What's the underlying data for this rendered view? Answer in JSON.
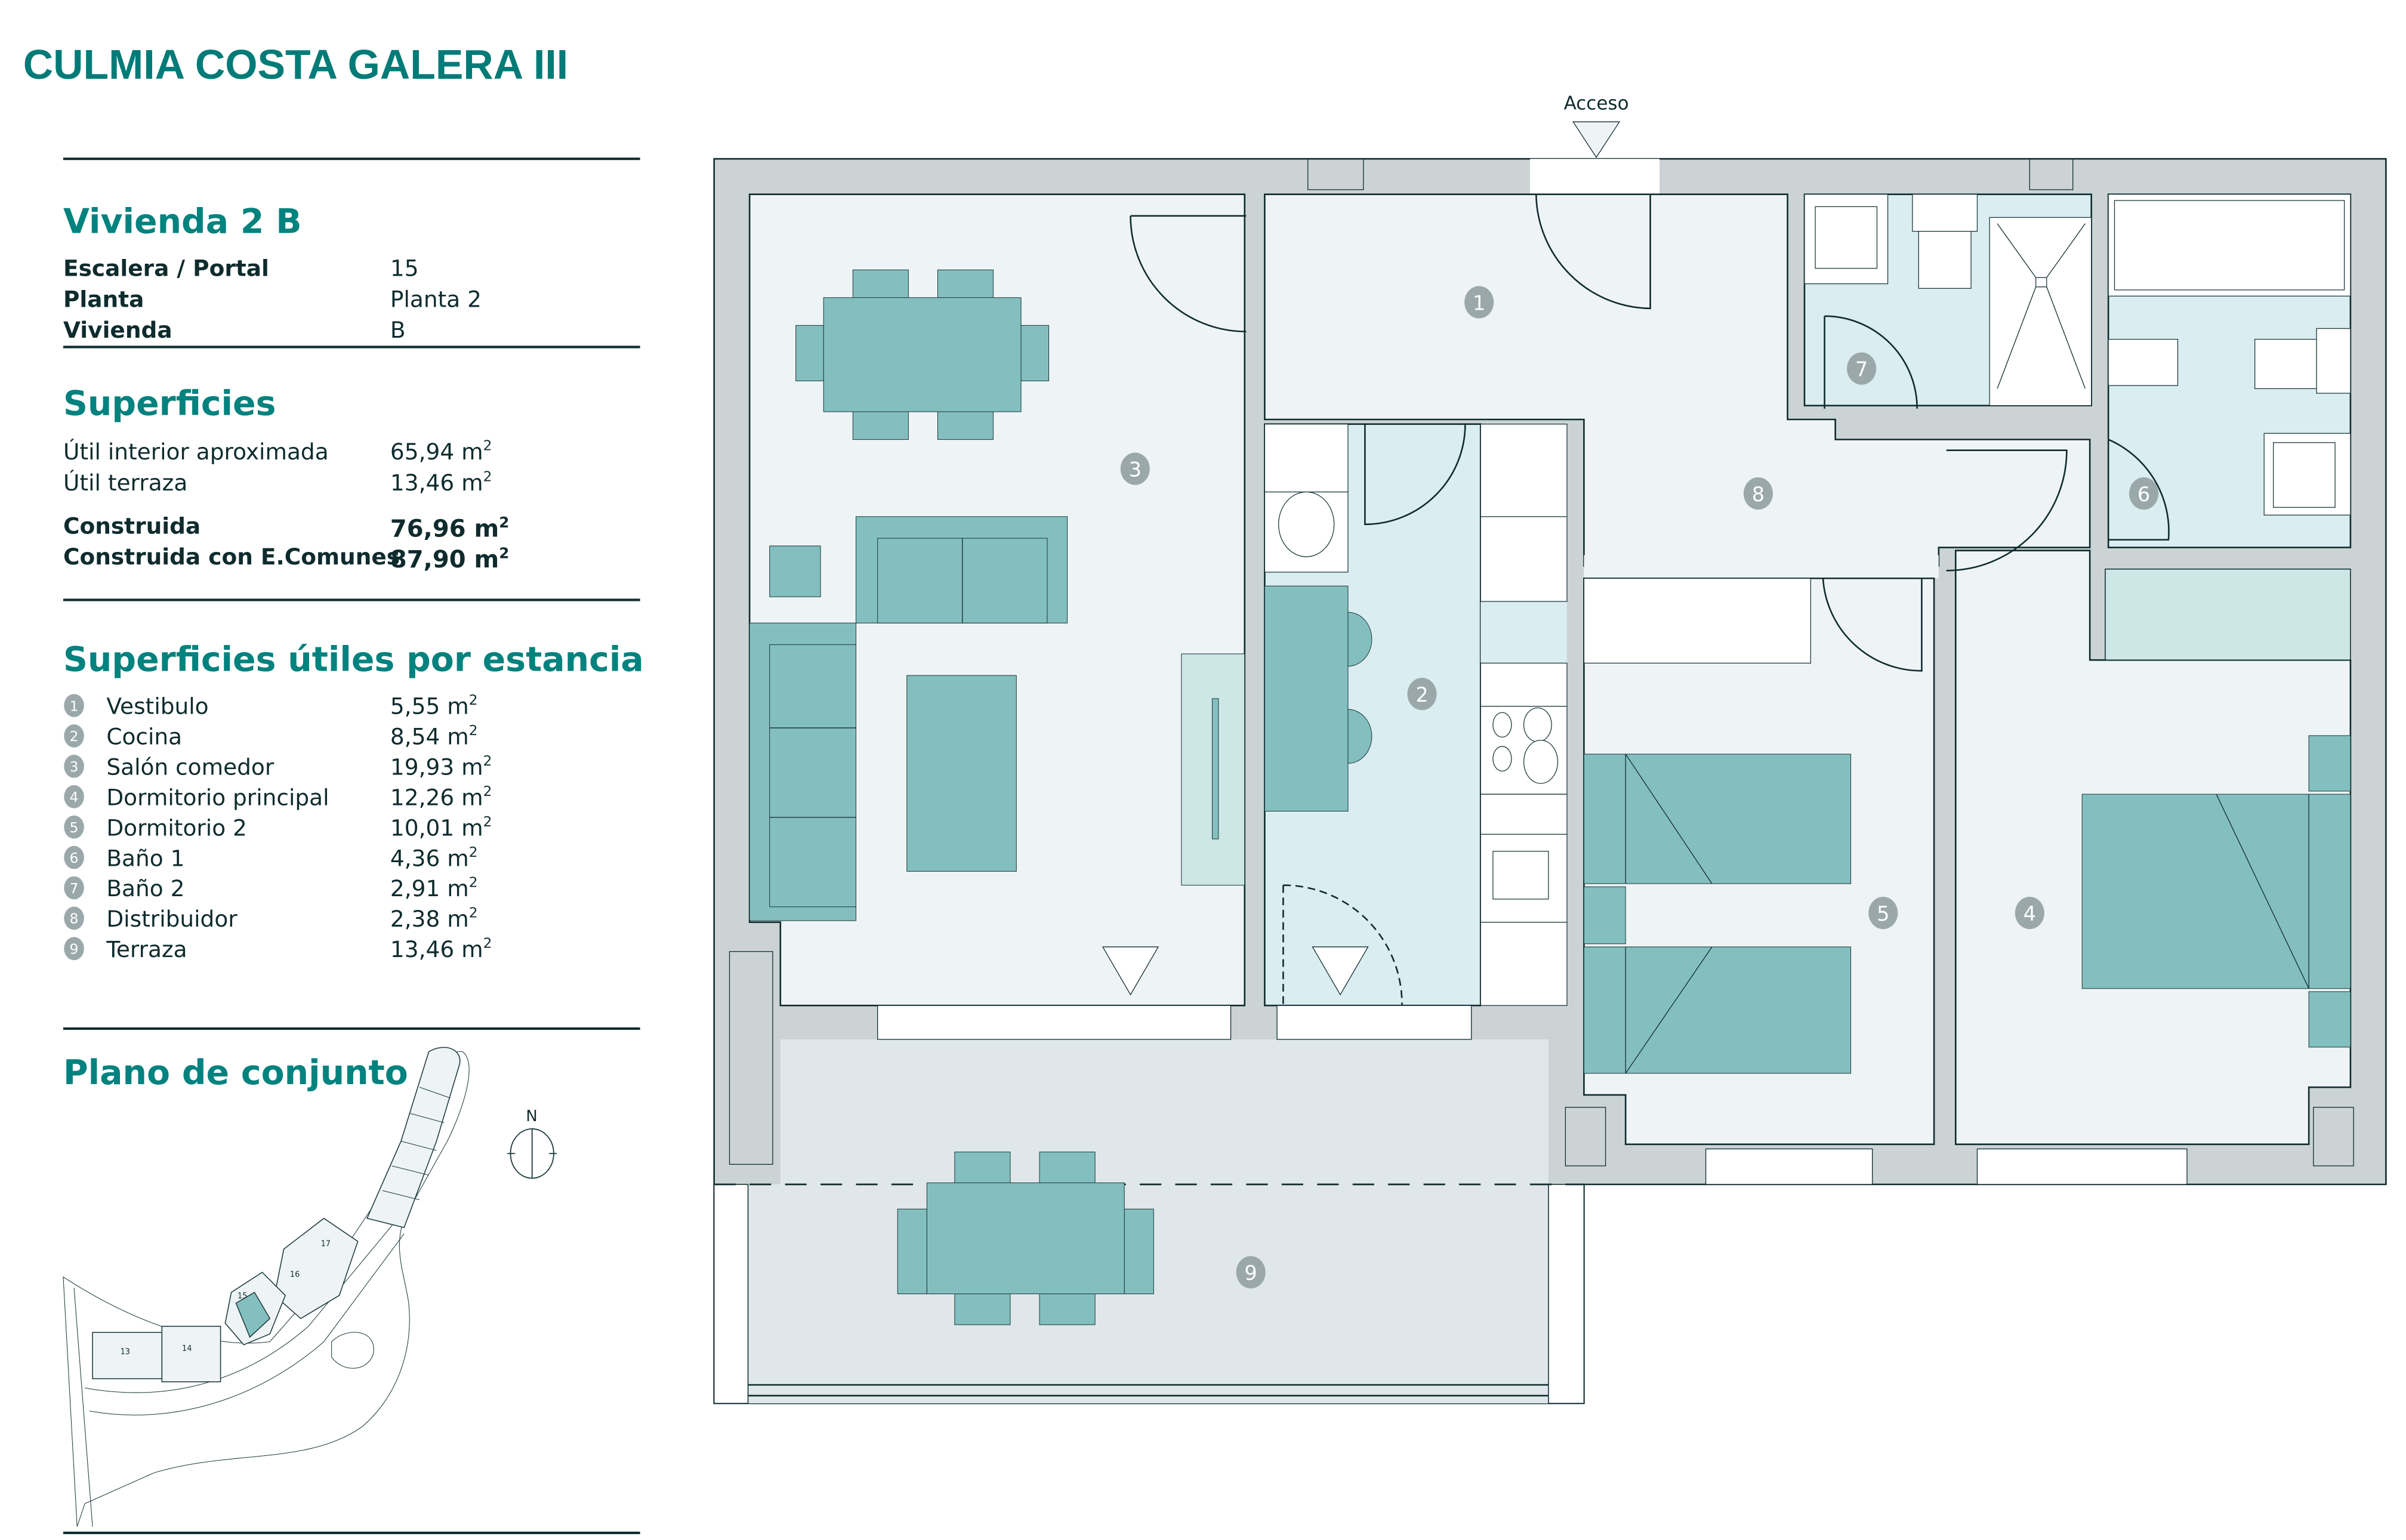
{
  "header": {
    "project_title": "CULMIA COSTA GALERA III"
  },
  "unit": {
    "title": "Vivienda 2 B",
    "details": [
      {
        "label": "Escalera / Portal",
        "value": "15"
      },
      {
        "label": "Planta",
        "value": "Planta 2"
      },
      {
        "label": "Vivienda",
        "value": "B"
      }
    ]
  },
  "surfaces": {
    "title": "Superficies",
    "useful": [
      {
        "label": "Útil interior aproximada",
        "value": "65,94 m",
        "sup": "2"
      },
      {
        "label": "Útil terraza",
        "value": "13,46 m",
        "sup": "2"
      }
    ],
    "built": [
      {
        "label": "Construida",
        "value": "76,96 m",
        "sup": "2"
      },
      {
        "label": "Construida con E.Comunes",
        "value": "87,90 m",
        "sup": "2"
      }
    ]
  },
  "rooms": {
    "title": "Superficies útiles por estancia",
    "items": [
      {
        "num": "1",
        "name": "Vestibulo",
        "area": "5,55 m",
        "sup": "2"
      },
      {
        "num": "2",
        "name": "Cocina",
        "area": "8,54 m",
        "sup": "2"
      },
      {
        "num": "3",
        "name": "Salón comedor",
        "area": "19,93 m",
        "sup": "2"
      },
      {
        "num": "4",
        "name": "Dormitorio principal",
        "area": "12,26 m",
        "sup": "2"
      },
      {
        "num": "5",
        "name": "Dormitorio 2",
        "area": "10,01 m",
        "sup": "2"
      },
      {
        "num": "6",
        "name": "Baño 1",
        "area": "4,36 m",
        "sup": "2"
      },
      {
        "num": "7",
        "name": "Baño 2",
        "area": "2,91 m",
        "sup": "2"
      },
      {
        "num": "8",
        "name": "Distribuidor",
        "area": "2,38 m",
        "sup": "2"
      },
      {
        "num": "9",
        "name": "Terraza",
        "area": "13,46 m",
        "sup": "2"
      }
    ]
  },
  "site_plan": {
    "title": "Plano de conjunto",
    "north_label": "N",
    "portal_labels": [
      "13",
      "14",
      "15",
      "16",
      "17"
    ]
  },
  "floor_plan": {
    "access_label": "Acceso",
    "room_badges": [
      "1",
      "2",
      "3",
      "4",
      "5",
      "6",
      "7",
      "8",
      "9"
    ]
  },
  "colors": {
    "brand": "#007b77",
    "wall": "#cbd3d5",
    "floor": "#eef4f6",
    "wet_area": "#daedf1",
    "terrace": "#dfe7ea",
    "furniture": "#84bfbf",
    "badge": "#9aa8aa"
  }
}
